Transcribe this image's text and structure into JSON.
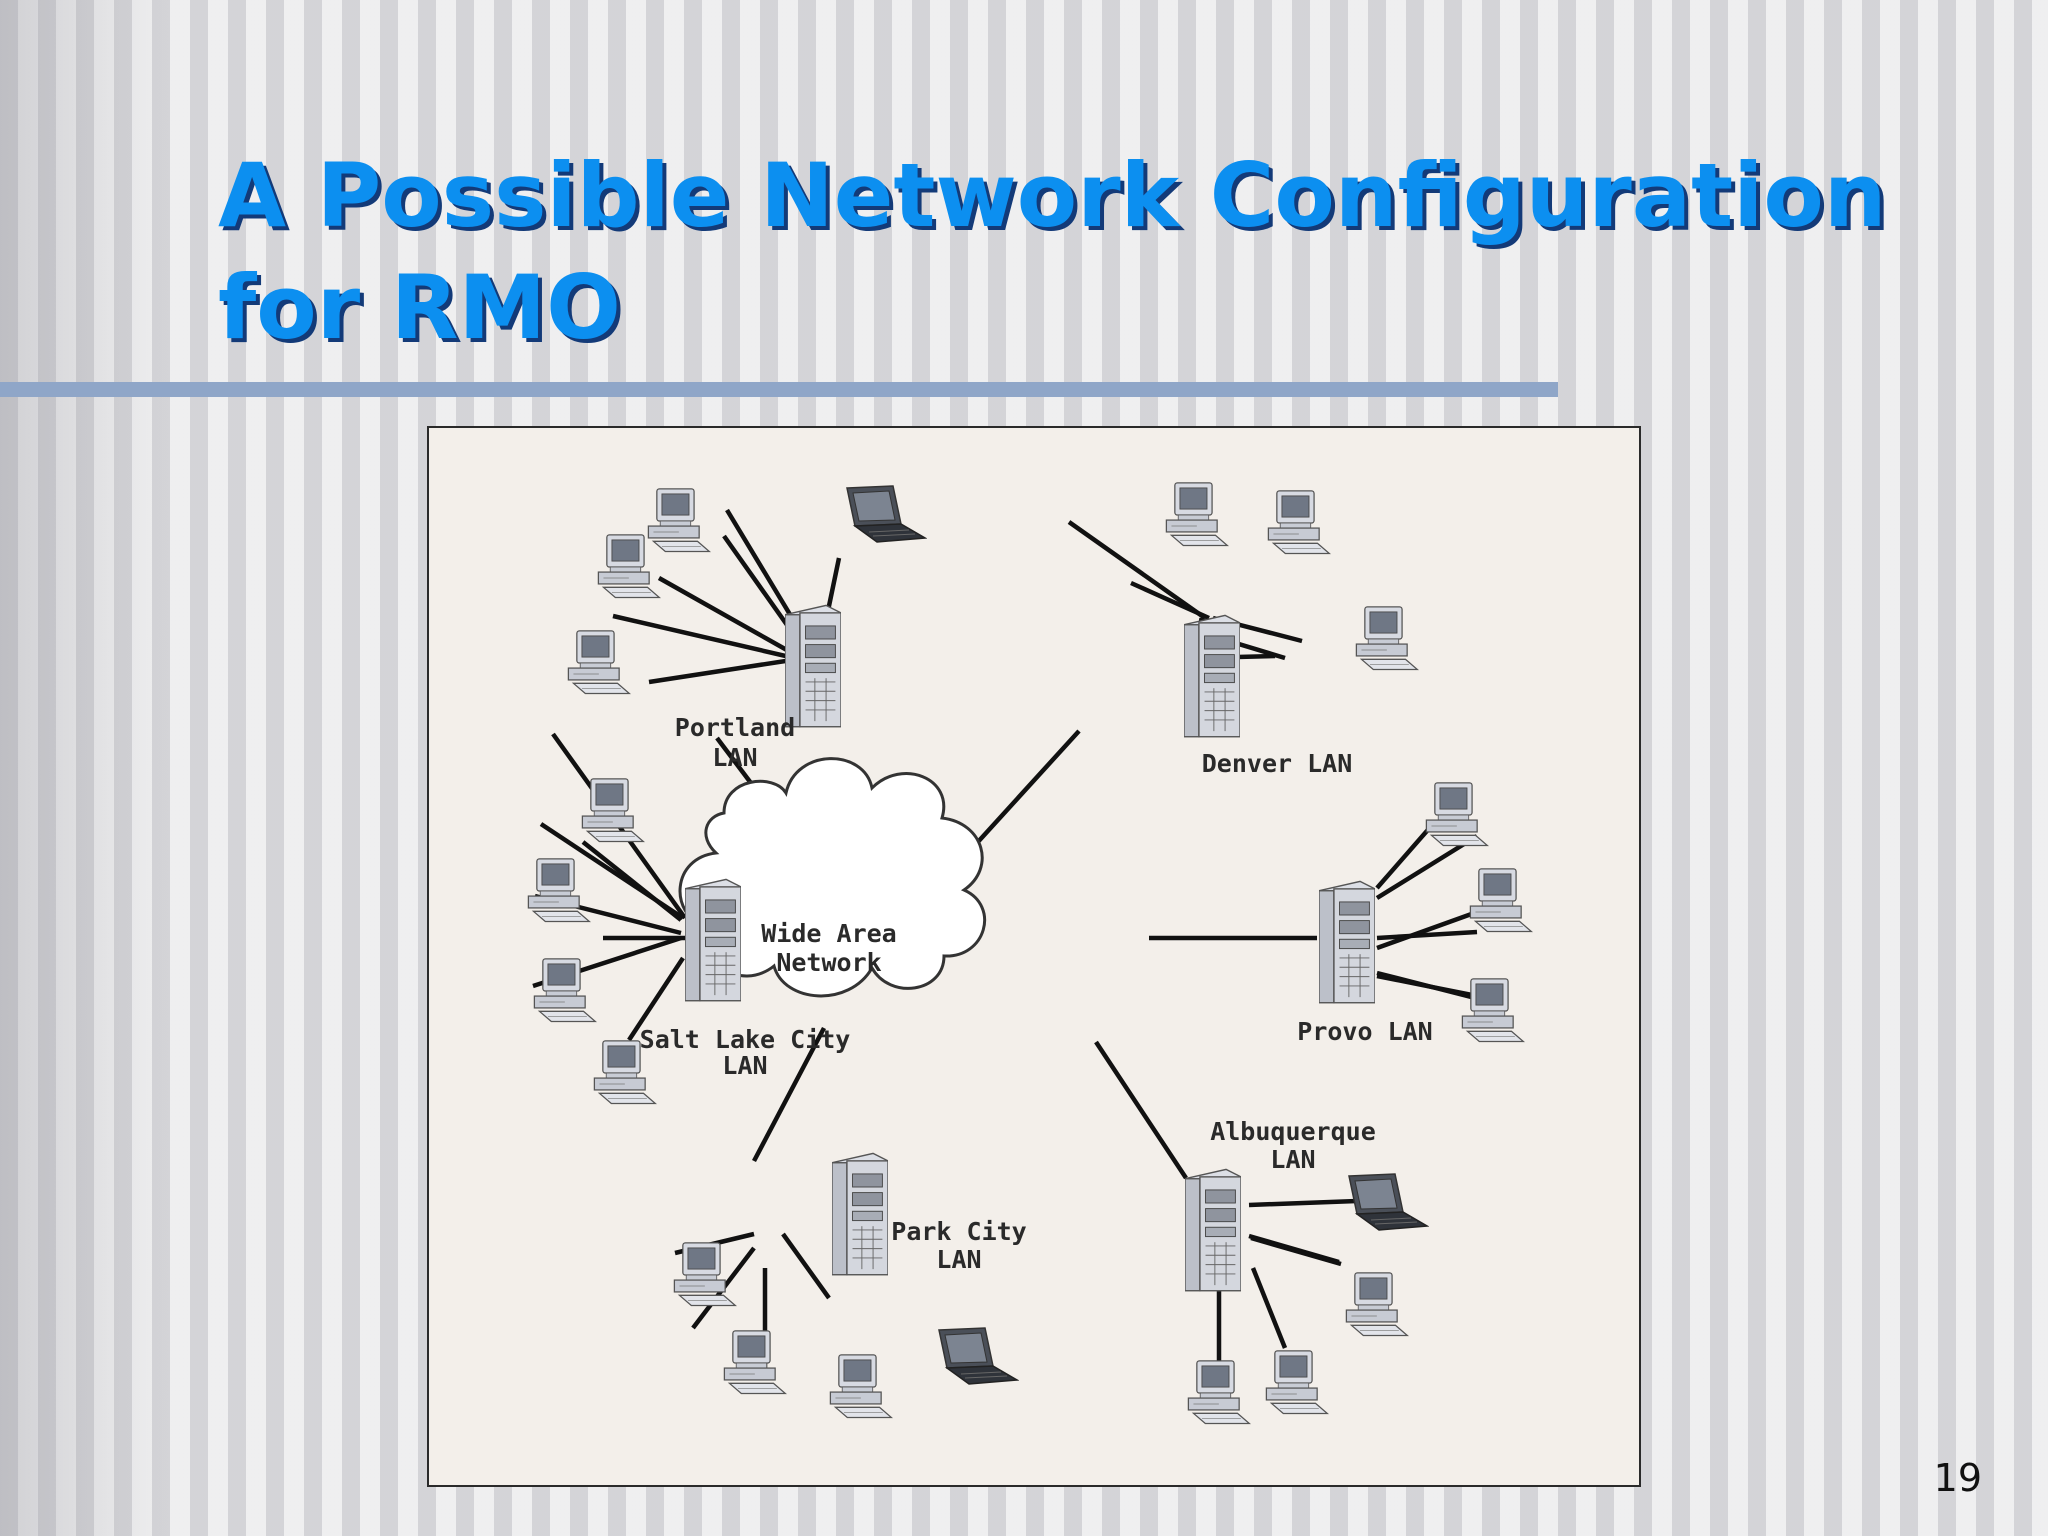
{
  "slide": {
    "title_line1": "A Possible Network Configuration",
    "title_line2": "for RMO",
    "page_number": "19"
  },
  "diagram": {
    "center_label_line1": "Wide Area",
    "center_label_line2": "Network",
    "lans": [
      {
        "id": "portland",
        "line1": "Portland",
        "line2": "LAN"
      },
      {
        "id": "denver",
        "line1": "Denver LAN",
        "line2": ""
      },
      {
        "id": "provo",
        "line1": "Provo LAN",
        "line2": ""
      },
      {
        "id": "albuquerque",
        "line1": "Albuquerque",
        "line2": "LAN"
      },
      {
        "id": "parkcity",
        "line1": "Park City",
        "line2": "LAN"
      },
      {
        "id": "saltlake",
        "line1": "Salt Lake City",
        "line2": "LAN"
      }
    ]
  },
  "colors": {
    "title": "#0c8ff0",
    "title_shadow": "#133a78",
    "rule": "#8fa6c8",
    "diagram_background": "#f3efea"
  }
}
